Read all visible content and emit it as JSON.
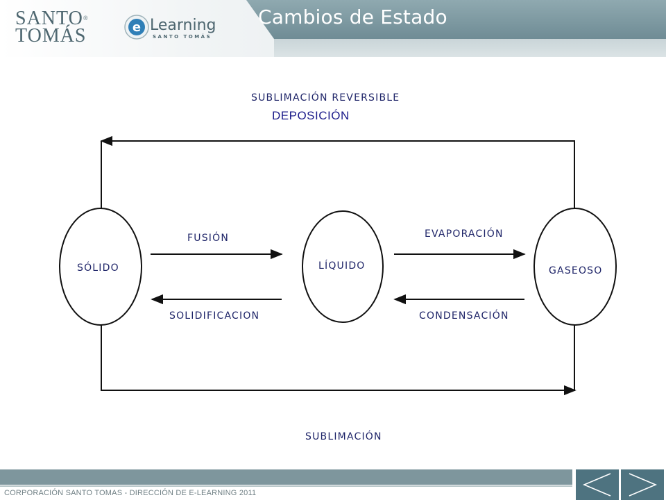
{
  "header": {
    "title": "Cambios de Estado",
    "logo_line1": "SANTO",
    "logo_line2": "TOMÁS",
    "logo_reg": "®",
    "elearning_letter": "e",
    "elearning_word": "Learning",
    "elearning_sub": "SANTO TOMÁS"
  },
  "diagram": {
    "states": {
      "solid": "SÓLIDO",
      "liquid": "LÍQUIDO",
      "gas": "GASEOSO"
    },
    "processes": {
      "top_title": "SUBLIMACIÓN REVERSIBLE",
      "top_subtitle": "DEPOSICIÓN",
      "fusion": "FUSIÓN",
      "solidification": "SOLIDIFICACION",
      "evaporation": "EVAPORACIÓN",
      "condensation": "CONDENSACIÓN",
      "sublimation": "SUBLIMACIÓN"
    }
  },
  "footer": {
    "text": "CORPORACIÓN SANTO TOMAS - DIRECCIÓN DE E-LEARNING  2011",
    "prev_icon": "chevron-left-icon",
    "next_icon": "chevron-right-icon"
  },
  "colors": {
    "header_band": "#7f9aa2",
    "nav_button": "#4e7380",
    "handwriting": "#1e2468",
    "deposicion": "#1b1b8a"
  }
}
